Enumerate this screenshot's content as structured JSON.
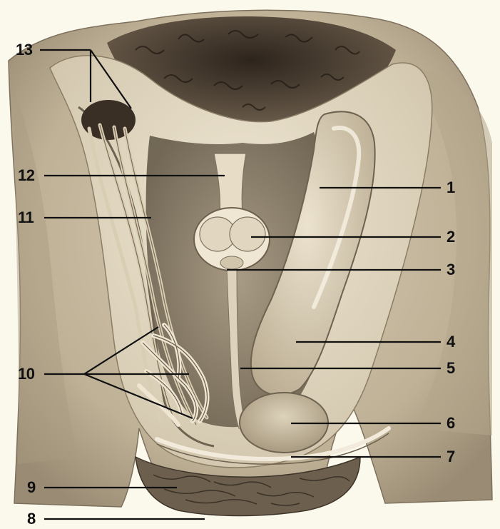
{
  "labels": {
    "l1": "1",
    "l2": "2",
    "l3": "3",
    "l4": "4",
    "l5": "5",
    "l6": "6",
    "l7": "7",
    "l8": "8",
    "l9": "9",
    "l10": "10",
    "l11": "11",
    "l12": "12",
    "l13": "13"
  },
  "colors": {
    "paper": "#fbf8ec",
    "skin": "#cdc0a8",
    "skin_dark": "#8f826c",
    "pale_tissue": "#e6dcc6",
    "hair": "#3b3026",
    "ink": "#111111"
  }
}
